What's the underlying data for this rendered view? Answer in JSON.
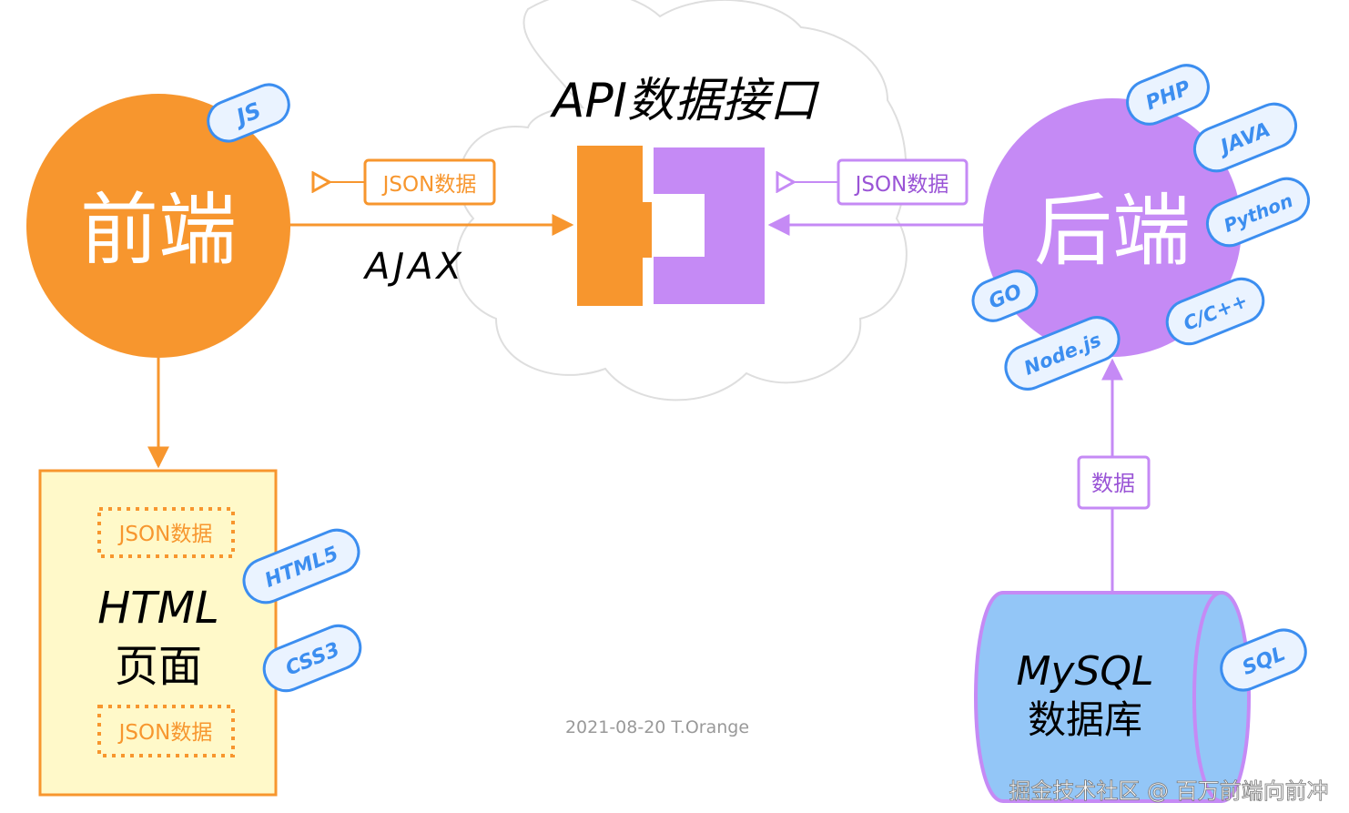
{
  "colors": {
    "frontend": "#f7962e",
    "backend": "#c58af5",
    "tag_blue": "#3c8ef0",
    "tag_fill": "#eaf3ff",
    "html_box_fill": "#fff9c9",
    "db_fill": "#93c6f7",
    "cloud_stroke": "#dedede"
  },
  "title": "API数据接口",
  "frontend": {
    "label": "前端",
    "tag": "JS",
    "ajax_label": "AJAX",
    "json_tag": "JSON数据"
  },
  "backend": {
    "label": "后端",
    "json_tag": "JSON数据",
    "tags": [
      "PHP",
      "JAVA",
      "Python",
      "GO",
      "C/C++",
      "Node.js"
    ]
  },
  "html_page": {
    "line1": "HTML",
    "line2": "页面",
    "json_top": "JSON数据",
    "json_bottom": "JSON数据",
    "tags": [
      "HTML5",
      "CSS3"
    ]
  },
  "database": {
    "line1": "MySQL",
    "line2": "数据库",
    "tag": "SQL",
    "data_label": "数据"
  },
  "footer": {
    "credit": "2021-08-20 T.Orange",
    "watermark": "掘金技术社区 @ 百万前端向前冲"
  }
}
